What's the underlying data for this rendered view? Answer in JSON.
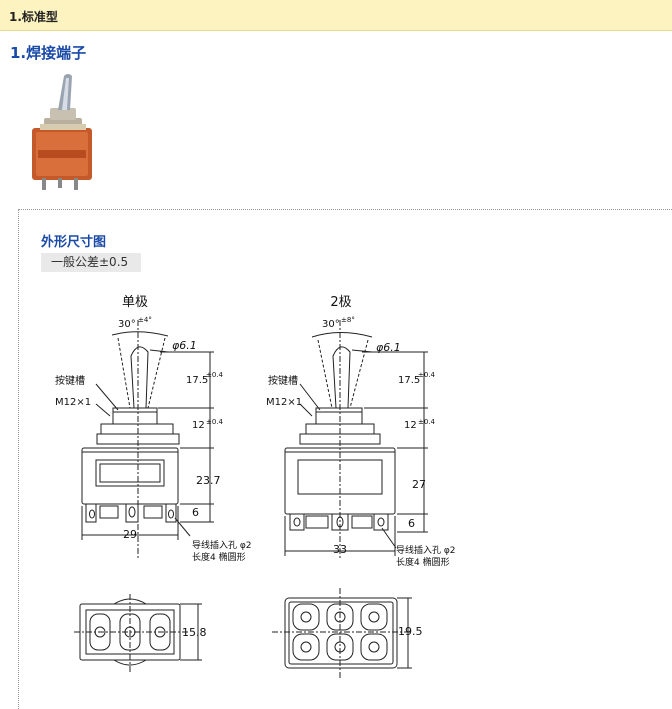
{
  "section_header": "1.标准型",
  "heading": "1.焊接端子",
  "subtitle": "外形尺寸图",
  "tolerance": "一般公差±0.5",
  "single": {
    "title": "单极",
    "angle": "30°",
    "angle_tol": "±4°",
    "diameter": "φ6.1",
    "key_groove": "按键槽",
    "thread": "M12×1",
    "dim_lever": "17.5",
    "dim_lever_tol": "±0.4",
    "dim_bush": "12",
    "dim_bush_tol": "±0.4",
    "dim_body": "23.7",
    "dim_term": "6",
    "width": "29",
    "hole_note1": "导线插入孔 φ2",
    "hole_note2": "长度4 椭圆形",
    "bottom_dim": "15.8"
  },
  "double": {
    "title": "2极",
    "angle": "30°",
    "angle_tol": "±8°",
    "diameter": "φ6.1",
    "key_groove": "按键槽",
    "thread": "M12×1",
    "dim_lever": "17.5",
    "dim_lever_tol": "±0.4",
    "dim_bush": "12",
    "dim_bush_tol": "±0.4",
    "dim_body": "27",
    "dim_term": "6",
    "width": "33",
    "hole_note1": "导线插入孔 φ2",
    "hole_note2": "长度4 椭圆形",
    "bottom_dim": "19.5"
  }
}
